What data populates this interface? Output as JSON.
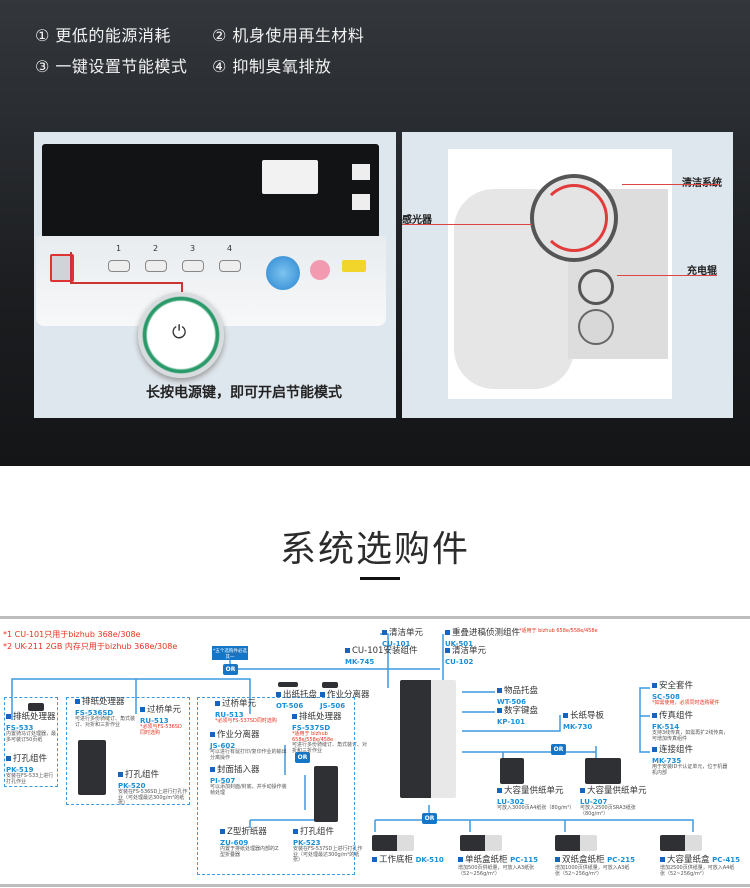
{
  "features": [
    {
      "text": "① 更低的能源消耗"
    },
    {
      "text": "② 机身使用再生材料"
    },
    {
      "text": "③ 一键设置节能模式"
    },
    {
      "text": "④ 抑制臭氧排放"
    }
  ],
  "panel_left": {
    "caption": "长按电源键，即可开启节能模式",
    "keys": [
      "1",
      "2",
      "3",
      "4"
    ]
  },
  "panel_right": {
    "labels": {
      "photoconductor": "感光器",
      "cleaning": "清洁系统",
      "charger": "充电辊"
    }
  },
  "section_title": "系统选购件",
  "diagram": {
    "footnotes": [
      "*1 CU-101只用于bizhub 368e/308e",
      "*2 UK-211 2GB 内存只用于bizhub 368e/308e"
    ],
    "choose_one": "*五个选购件必选其一",
    "or_label": "OR",
    "items": [
      {
        "name": "排纸处理器",
        "model": "FS-533",
        "note": "内置骑马订处理器，最多可装订50页纸"
      },
      {
        "name": "打孔组件",
        "model": "PK-519",
        "note": "安装在FS-533上进行打孔作业"
      },
      {
        "name": "排纸处理器",
        "model": "FS-536SD",
        "note": "可进行多份骑缝订、角式装订、对折和三折作业"
      },
      {
        "name": "过桥单元",
        "model": "RU-513",
        "red": "*必须与FS-536SD同时选购"
      },
      {
        "name": "打孔组件",
        "model": "PK-520",
        "note": "安装在FS-536SD上进行打孔作业（可处理最达300g/m²的纸张）"
      },
      {
        "name": "过桥单元",
        "model": "RU-513",
        "red": "*必须与FS-537SD同时选购"
      },
      {
        "name": "作业分离器",
        "model": "JS-602",
        "note": "可以进行有鼠打印/复印作业的输出分离操作"
      },
      {
        "name": "封面插入器",
        "model": "PI-507",
        "note": "可以添加封面/封底，并手动操作装帧处理"
      },
      {
        "name": "排纸处理器",
        "model": "FS-537SD",
        "note": "可进行多份骑缝订、角式装订、对折和三折作业",
        "red": "*适用于 bizhub 658e/558e/458e"
      },
      {
        "name": "Z型折纸器",
        "model": "ZU-609",
        "note": "内置于排纸处理器内部的Z型折叠器"
      },
      {
        "name": "打孔组件",
        "model": "PK-523",
        "note": "安装在FS-537SD上进行打孔作业（可处理最达300g/m²的纸张）"
      },
      {
        "name": "出纸托盘",
        "model": "OT-506"
      },
      {
        "name": "作业分离器",
        "model": "JS-506"
      },
      {
        "name": "清洁单元",
        "model": "CU-101"
      },
      {
        "name": "CU-101安装组件",
        "model": "MK-745"
      },
      {
        "name": "重叠进稿侦测组件",
        "model": "UK-501",
        "red": "*适用于 bizhub 658e/558e/458e"
      },
      {
        "name": "清洁单元",
        "model": "CU-102"
      },
      {
        "name": "物品托盘",
        "model": "WT-506"
      },
      {
        "name": "数字键盘",
        "model": "KP-101"
      },
      {
        "name": "长纸导板",
        "model": "MK-730"
      },
      {
        "name": "安全套件",
        "model": "SC-508",
        "red": "*如需使用，必须同时选购硬件"
      },
      {
        "name": "传真组件",
        "model": "FK-514",
        "note": "支持3线传真，如需再扩2线传真，可增加传真组件"
      },
      {
        "name": "连接组件",
        "model": "MK-735",
        "note": "用于安装ID卡认证单元，位于机器机内部"
      },
      {
        "name": "大容量供纸单元",
        "model": "LU-302",
        "note": "可放入3000页A4纸张（80g/m²）"
      },
      {
        "name": "大容量供纸单元",
        "model": "LU-207",
        "note": "可放入2500页SRA3纸张（80g/m²）"
      },
      {
        "name": "工作底柜",
        "model": "DK-510"
      },
      {
        "name": "单纸盒纸柜",
        "model": "PC-115",
        "note": "增加500页供纸量，可放入A3纸张（52~256g/m²）"
      },
      {
        "name": "双纸盒纸柜",
        "model": "PC-215",
        "note": "增加1000页供纸量，可放入A3纸张（52~256g/m²）"
      },
      {
        "name": "大容量纸盒",
        "model": "PC-415",
        "note": "增加2500页供纸量，可放入A4纸张（52~256g/m²）"
      }
    ]
  },
  "colors": {
    "accent": "#1a8fd8",
    "red": "#e8321e",
    "line": "#3d9ae0"
  }
}
